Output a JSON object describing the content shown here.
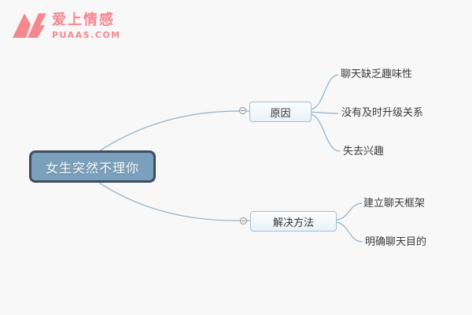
{
  "logo": {
    "icon": "as-monogram-icon",
    "brand_name": "爱上情感",
    "brand_domain": "PUAAS.COM",
    "brand_color": "#f5878e"
  },
  "mindmap": {
    "connector_color": "#8fb0c9",
    "root": {
      "label": "女生突然不理你",
      "fill_color": "#7aa0bd",
      "border_color": "#3e4d5e",
      "text_color": "#ffffff"
    },
    "branches": [
      {
        "label": "原因",
        "collapse_state": "expanded",
        "children": [
          "聊天缺乏趣味性",
          "没有及时升级关系",
          "失去兴趣"
        ]
      },
      {
        "label": "解决方法",
        "collapse_state": "expanded",
        "children": [
          "建立聊天框架",
          "明确聊天目的"
        ]
      }
    ]
  }
}
